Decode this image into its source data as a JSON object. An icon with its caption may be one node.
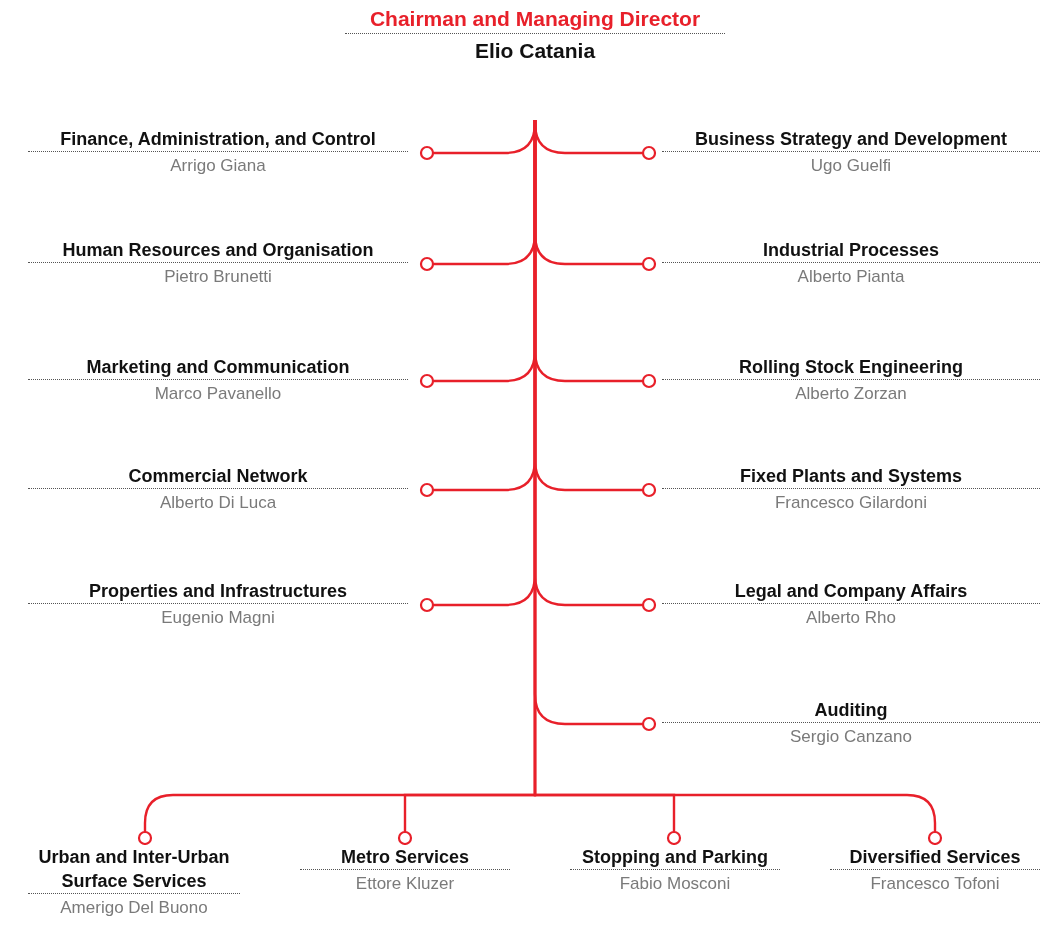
{
  "diagram": {
    "nodes": [
      {
        "text": [
          "Chairman and Managing Director",
          "Elio Catania"
        ]
      },
      {
        "text": [
          "Finance, Administration, and Control",
          "Arrigo Giana"
        ]
      },
      {
        "text": [
          "Business Strategy and Development",
          "Ugo Guelfi"
        ]
      },
      {
        "text": [
          "Human Resources and Organisation",
          "Pietro Brunetti"
        ]
      },
      {
        "text": [
          "Industrial Processes",
          "Alberto Pianta"
        ]
      },
      {
        "text": [
          "Marketing and Communication",
          "Marco Pavanello"
        ]
      },
      {
        "text": [
          "Rolling Stock Engineering",
          "Alberto Zorzan"
        ]
      },
      {
        "text": [
          "Commercial Network",
          "Alberto Di Luca"
        ]
      },
      {
        "text": [
          "Fixed Plants and Systems",
          "Francesco Gilardoni"
        ]
      },
      {
        "text": [
          "Properties and Infrastructures",
          "Eugenio Magni"
        ]
      },
      {
        "text": [
          "Legal and Company Affairs",
          "Alberto Rho"
        ]
      },
      {
        "text": [
          "Auditing",
          "Sergio Canzano"
        ]
      },
      {
        "text": [
          "Urban and Inter-Urban Surface Services",
          "Amerigo Del Buono"
        ]
      },
      {
        "text": [
          "Metro Services",
          "Ettore Kluzer"
        ]
      },
      {
        "text": [
          "Stopping and Parking",
          "Fabio Mosconi"
        ]
      },
      {
        "text": [
          "Diversified Services",
          "Francesco Tofoni"
        ]
      }
    ],
    "edges": [
      {
        "from": 0,
        "to": 1,
        "arrow": "other"
      },
      {
        "from": 0,
        "to": 2,
        "arrow": "other"
      },
      {
        "from": 0,
        "to": 3,
        "arrow": "other"
      },
      {
        "from": 0,
        "to": 4,
        "arrow": "other"
      },
      {
        "from": 0,
        "to": 5,
        "arrow": "other"
      },
      {
        "from": 0,
        "to": 6,
        "arrow": "other"
      },
      {
        "from": 0,
        "to": 7,
        "arrow": "other"
      },
      {
        "from": 0,
        "to": 8,
        "arrow": "other"
      },
      {
        "from": 0,
        "to": 9,
        "arrow": "other"
      },
      {
        "from": 0,
        "to": 10,
        "arrow": "other"
      },
      {
        "from": 0,
        "to": 11,
        "arrow": "other"
      },
      {
        "from": 0,
        "to": 12,
        "arrow": "other"
      },
      {
        "from": 0,
        "to": 13,
        "arrow": "other"
      },
      {
        "from": 0,
        "to": 14,
        "arrow": "other"
      },
      {
        "from": 0,
        "to": 15,
        "arrow": "other"
      }
    ]
  }
}
